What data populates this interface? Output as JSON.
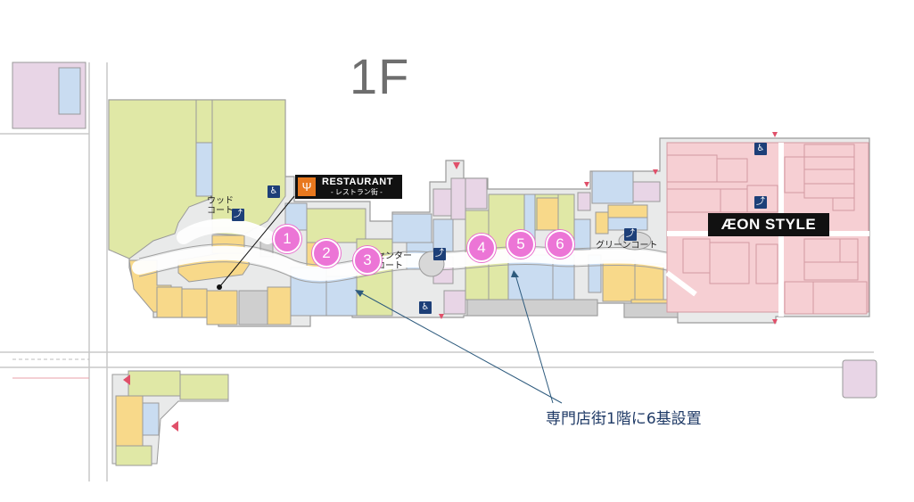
{
  "floor": "1F",
  "restaurant_sign": {
    "title": "RESTAURANT",
    "subtitle": "- レストラン街 -"
  },
  "anchor_store": "ÆON STYLE",
  "areas": {
    "wood_court": "ウッド\nコート",
    "center_court": "センター\nコート",
    "green_court": "グリーンコート"
  },
  "markers": [
    "1",
    "2",
    "3",
    "4",
    "5",
    "6"
  ],
  "caption": "専門店街1階に6基設置",
  "icons": [
    "escalator-icon",
    "elevator-icon",
    "fork-knife-icon"
  ],
  "colors": {
    "green_store": "#e0e8a6",
    "blue_store": "#c9dcf1",
    "yellow_store": "#f8d98a",
    "pink_store": "#e8d5e6",
    "aeon_area": "#f6cfd3",
    "corridor": "#e9eaea",
    "marker": "#ec75d6",
    "caption": "#1f3a66",
    "arrow": "#2d5a7d"
  }
}
